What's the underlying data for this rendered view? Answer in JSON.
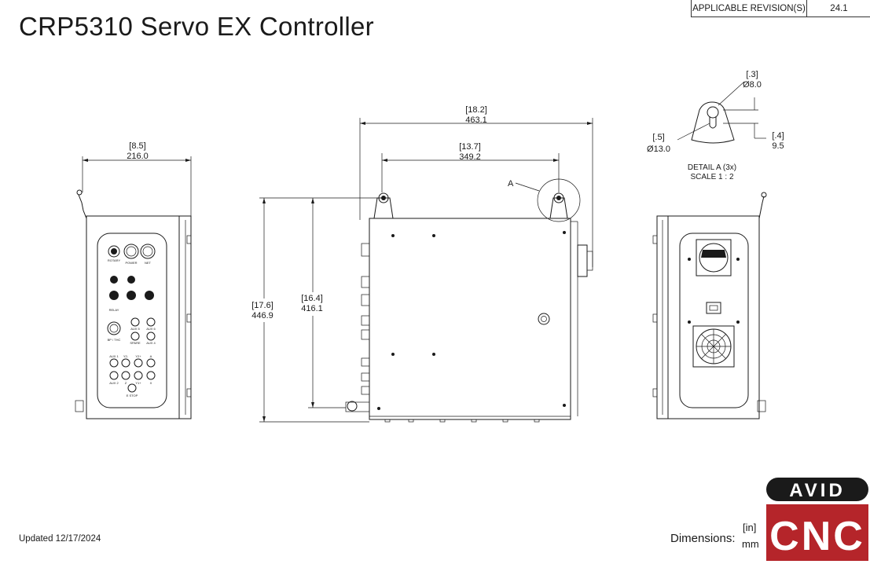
{
  "title": "CRP5310 Servo EX Controller",
  "revision": {
    "label": "APPLICABLE REVISION(S)",
    "value": "24.1"
  },
  "footer": {
    "updated": "Updated 12/17/2024",
    "dimensions_label": "Dimensions:",
    "unit_in": "[in]",
    "unit_mm": "mm"
  },
  "front_view": {
    "width_in": "[8.5]",
    "width_mm": "216.0",
    "labels": [
      "ROTARY",
      "POWER",
      "NET",
      "RELAY",
      "BP / THC",
      "AUX 5",
      "AUX 6",
      "SPARE",
      "AUX 4",
      "AUX 1",
      "Y2-",
      "Y2+",
      "A",
      "AUX 2",
      "Z",
      "Y1+",
      "X",
      "E STOP"
    ]
  },
  "side_view": {
    "width_in": "[18.2]",
    "width_mm": "463.1",
    "inner_in": "[13.7]",
    "inner_mm": "349.2",
    "height_in": "[17.6]",
    "height_mm": "446.9",
    "inner_height_in": "[16.4]",
    "inner_height_mm": "416.1",
    "callout": "A"
  },
  "detail": {
    "d1_in": "[.3]",
    "d1_mm": "Ø8.0",
    "d2_in": "[.5]",
    "d2_mm": "Ø13.0",
    "d3_in": "[.4]",
    "d3_mm": "9.5",
    "caption1": "DETAIL A (3x)",
    "caption2": "SCALE 1 : 2"
  },
  "logo": {
    "top": "AVID",
    "bottom": "CNC",
    "color": "#b5252a"
  }
}
